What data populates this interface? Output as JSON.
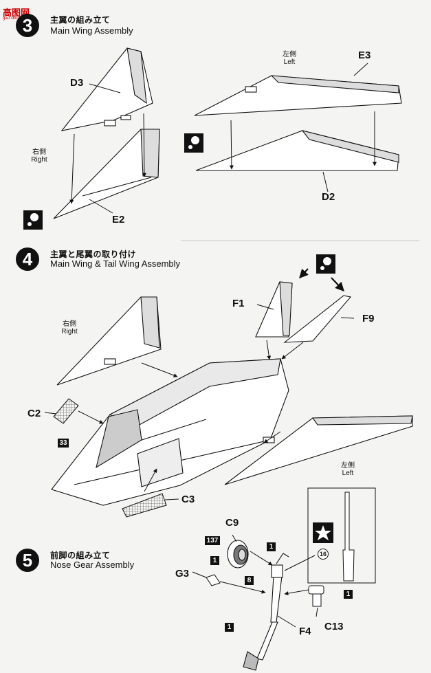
{
  "watermark": {
    "text": "高图网",
    "url": "gao.sbug.com"
  },
  "steps": [
    {
      "number": "3",
      "jp": "主翼の組み立て",
      "en": "Main Wing Assembly"
    },
    {
      "number": "4",
      "jp": "主翼と尾翼の取り付け",
      "en": "Main Wing & Tail Wing Assembly"
    },
    {
      "number": "5",
      "jp": "前脚の組み立て",
      "en": "Nose Gear Assembly"
    }
  ],
  "step3": {
    "parts": {
      "d3": "D3",
      "e2": "E2",
      "e3": "E3",
      "d2": "D2"
    },
    "right_jp": "右側",
    "right_en": "Right",
    "left_jp": "左側",
    "left_en": "Left"
  },
  "step4": {
    "parts": {
      "f1": "F1",
      "f9": "F9",
      "c2": "C2",
      "c3": "C3"
    },
    "decal": "33",
    "right_jp": "右側",
    "right_en": "Right",
    "left_jp": "左側",
    "left_en": "Left"
  },
  "step5": {
    "parts": {
      "c9": "C9",
      "g3": "G3",
      "f4": "F4",
      "c13": "C13"
    },
    "decal_137": "137",
    "qty_c9": "1",
    "qty_g3": "1",
    "qty_c13": "1",
    "qty_f4": "1",
    "qty_8": "8",
    "inset_decal": "16"
  },
  "icons": {
    "paint": "paint-drop-icon",
    "star": "star-icon"
  }
}
